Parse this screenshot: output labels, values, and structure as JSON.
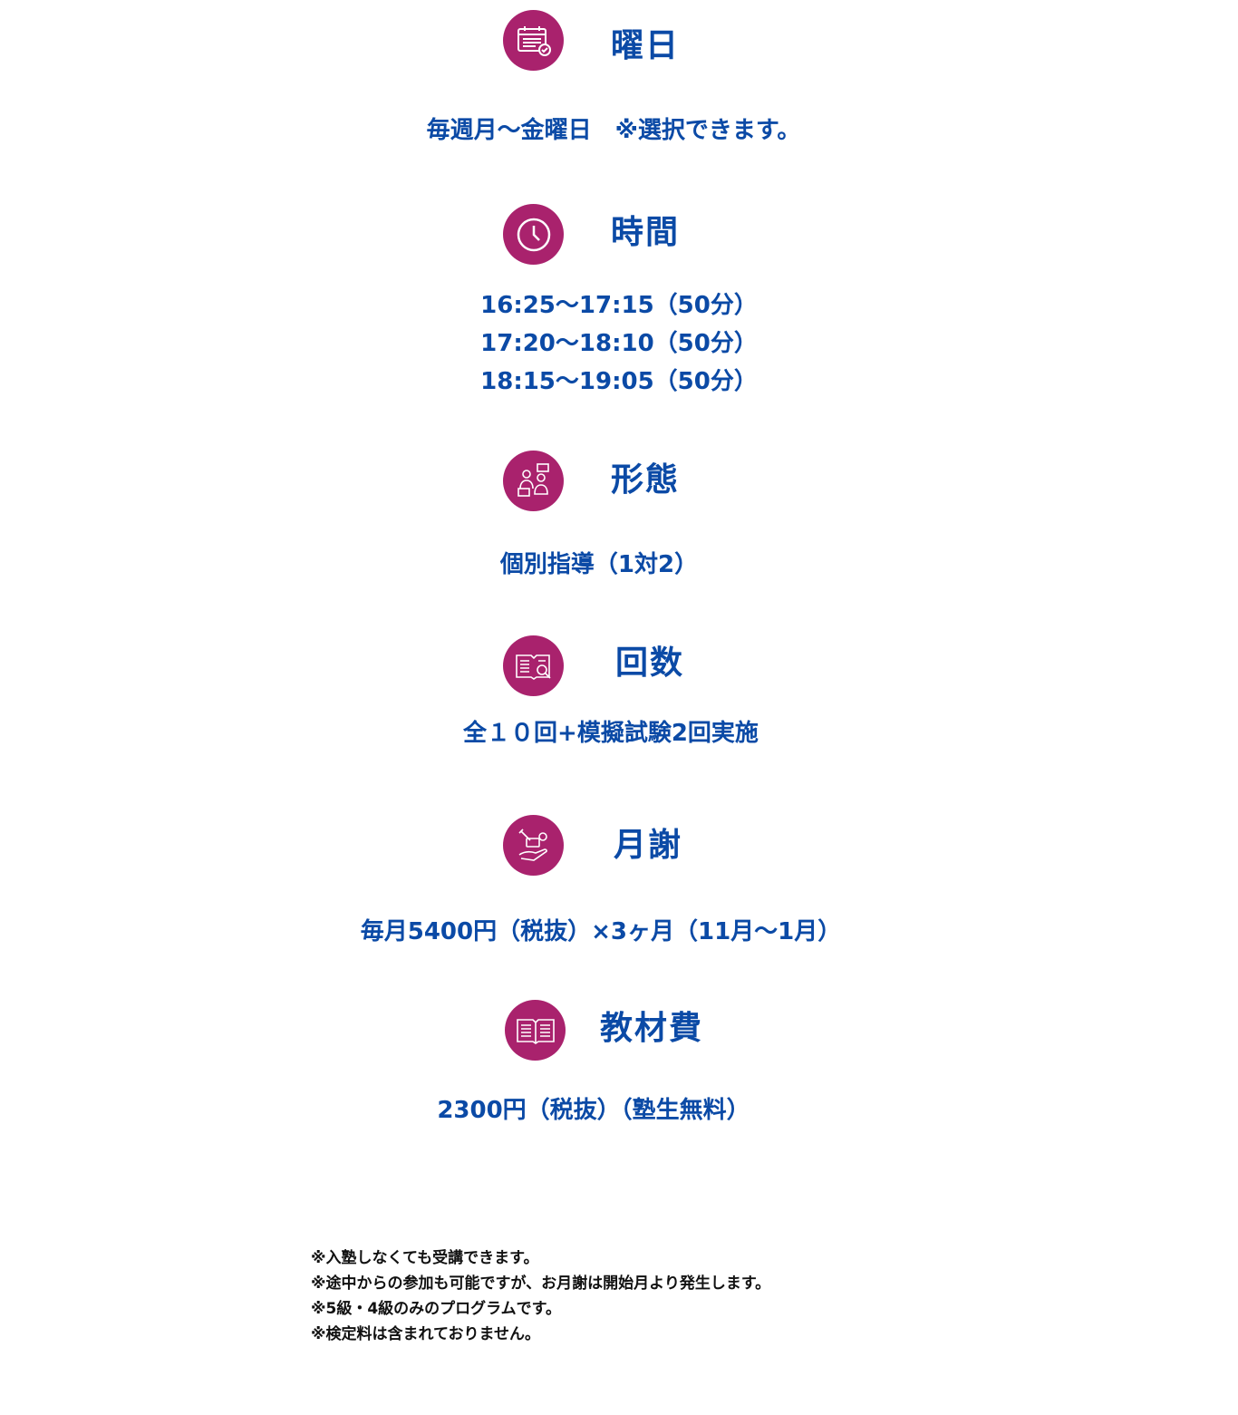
{
  "sections": [
    {
      "title": "曜日",
      "icon": "calendar-check-icon",
      "lines": [
        "毎週月～金曜日　※選択できます。"
      ]
    },
    {
      "title": "時間",
      "icon": "clock-icon",
      "lines": [
        "16:25～17:15（50分）",
        "17:20～18:10（50分）",
        "18:15～19:05（50分）"
      ]
    },
    {
      "title": "形態",
      "icon": "tutoring-icon",
      "lines": [
        "個別指導（1対2）"
      ]
    },
    {
      "title": "回数",
      "icon": "book-search-icon",
      "lines": [
        "全１０回+模擬試験2回実施"
      ]
    },
    {
      "title": "月謝",
      "icon": "payment-hand-icon",
      "lines": [
        "毎月5400円（税抜）×3ヶ月（11月～1月）"
      ]
    },
    {
      "title": "教材費",
      "icon": "book-icon",
      "lines": [
        "2300円（税抜）（塾生無料）"
      ]
    }
  ],
  "notes": [
    "※入塾しなくても受講できます。",
    "※途中からの参加も可能ですが、お月謝は開始月より発生します。",
    "※5級・4級のみのプログラムです。",
    "※検定料は含まれておりません。"
  ],
  "colors": {
    "accent": "#a9226d",
    "text": "#0b4aa6"
  }
}
